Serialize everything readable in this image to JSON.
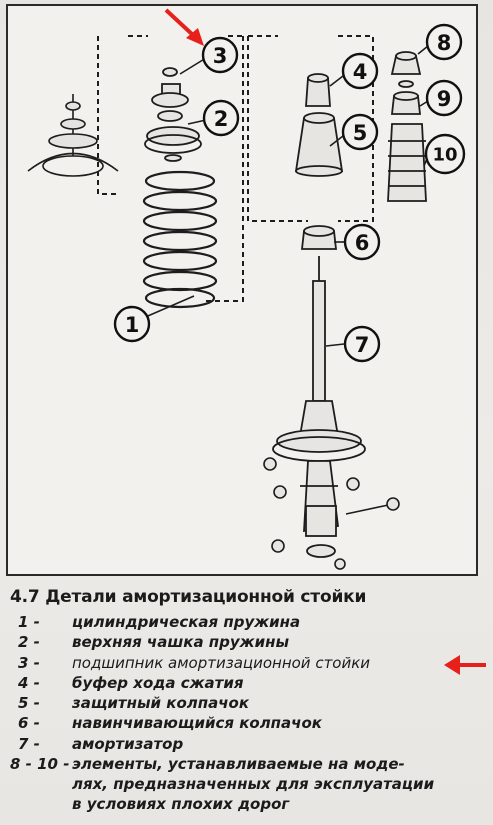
{
  "figure": {
    "callouts": [
      "1",
      "2",
      "3",
      "4",
      "5",
      "6",
      "7",
      "8",
      "9",
      "10"
    ]
  },
  "caption": {
    "title": "4.7 Детали амортизационной стойки",
    "items": [
      {
        "num": "1 -",
        "text": "цилиндрическая пружина"
      },
      {
        "num": "2 -",
        "text": "верхняя чашка пружины"
      },
      {
        "num": "3 -",
        "text": "подшипник амортизационной стойки"
      },
      {
        "num": "4 -",
        "text": "буфер хода сжатия"
      },
      {
        "num": "5 -",
        "text": "защитный колпачок"
      },
      {
        "num": "6 -",
        "text": "навинчивающийся колпачок"
      },
      {
        "num": "7 -",
        "text": "амортизатор"
      },
      {
        "num": "8 - 10 -",
        "text_lines": [
          "элементы, устанавливаемые на моде-",
          "лях, предназначенных для эксплуатации",
          "в условиях плохих дорог"
        ]
      }
    ]
  },
  "colors": {
    "arrow": "#e8201c",
    "ink": "#1b1b1b"
  }
}
